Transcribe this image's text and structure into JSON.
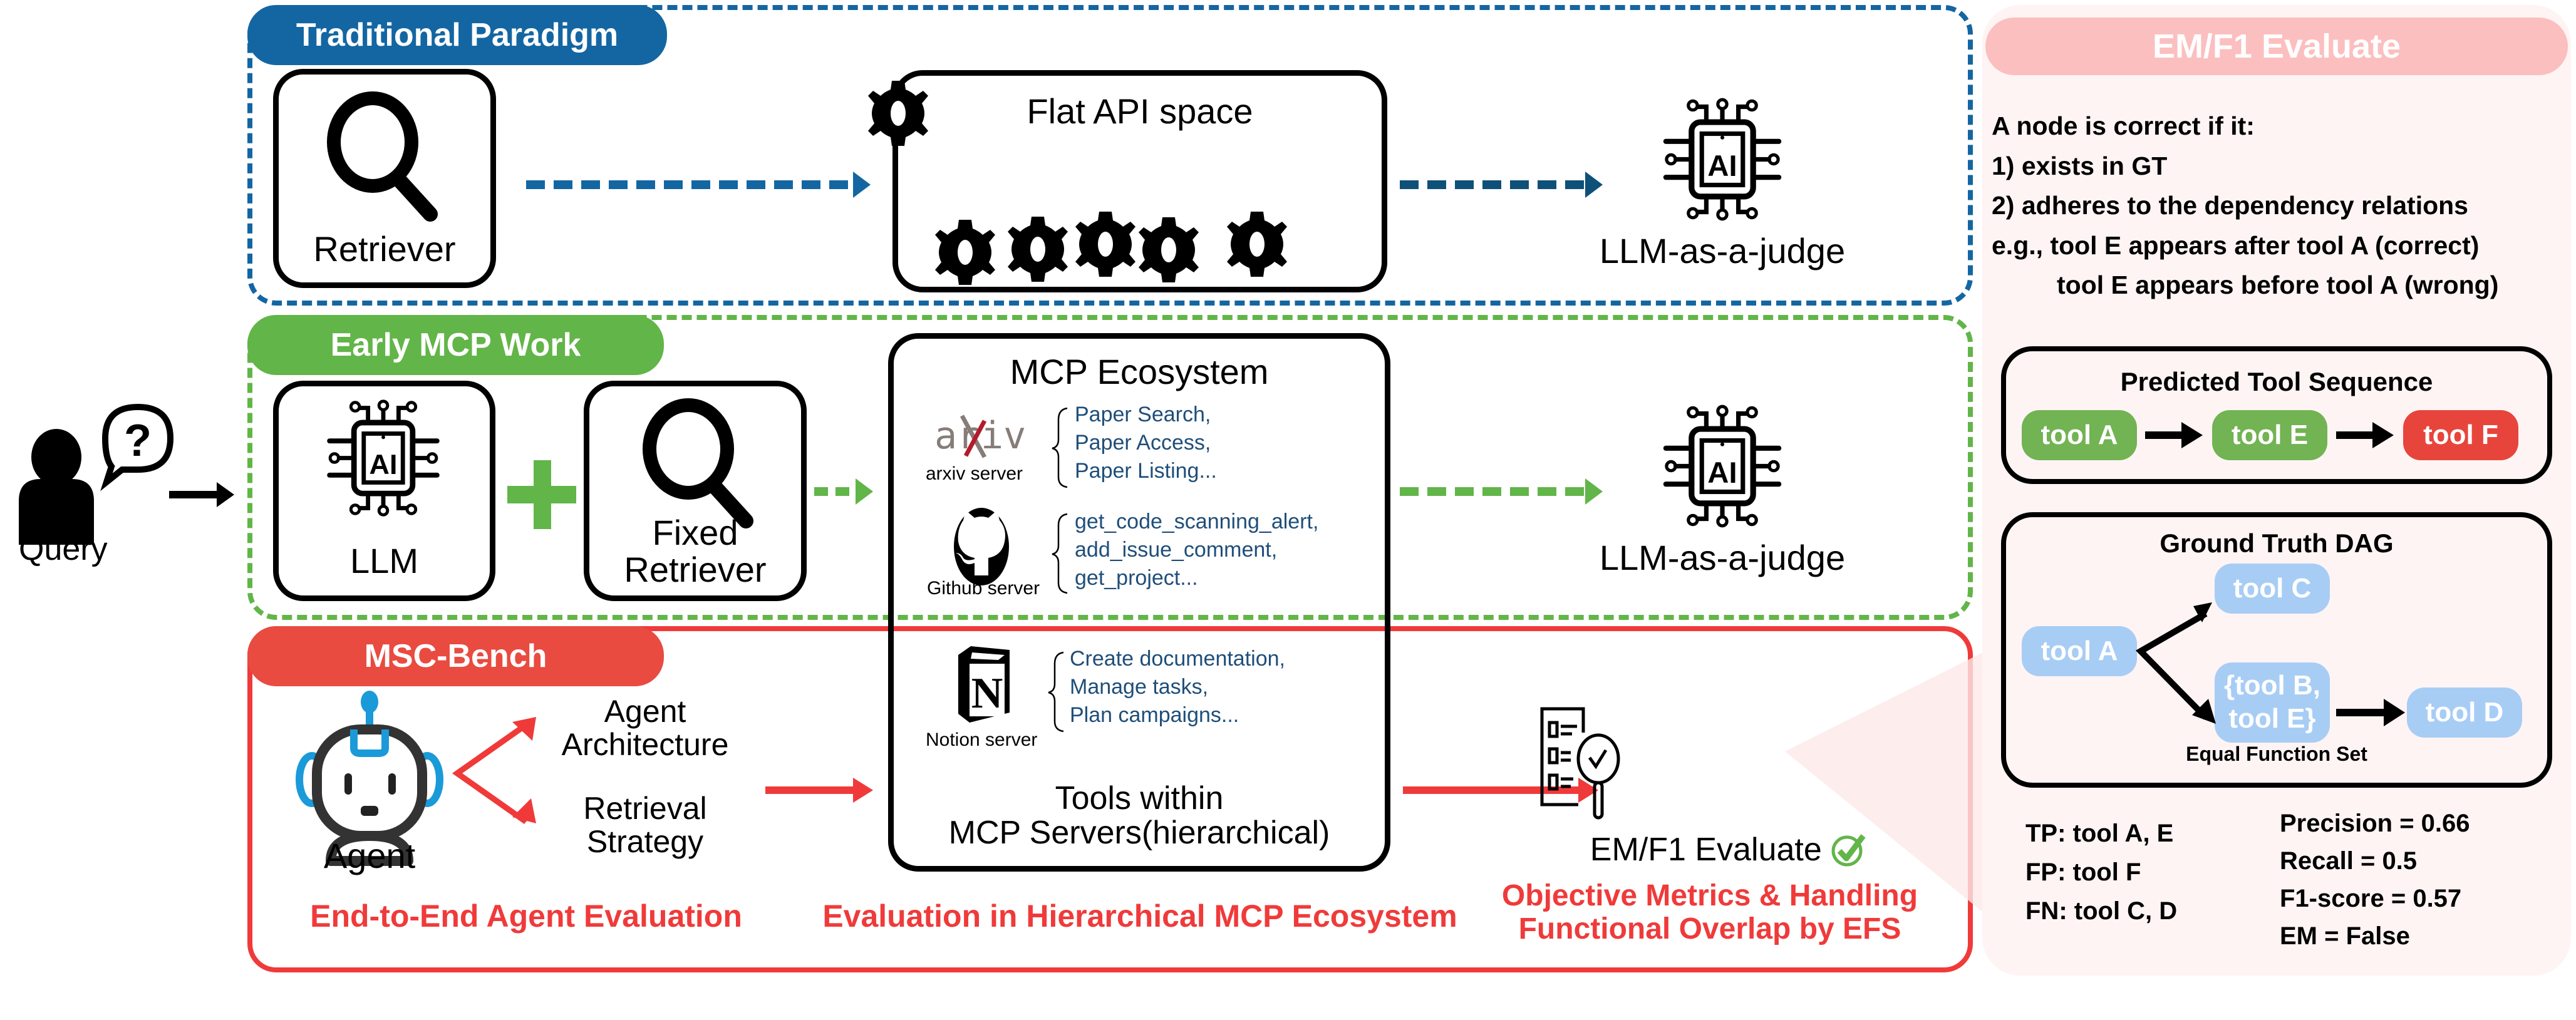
{
  "query": {
    "label": "Query"
  },
  "traditional": {
    "title": "Traditional Paradigm",
    "retriever_label": "Retriever",
    "api_space_title": "Flat API space",
    "judge_label": "LLM-as-a-judge"
  },
  "early_mcp": {
    "title": "Early MCP Work",
    "llm_label": "LLM",
    "fixed_retriever_label": "Fixed\nRetriever",
    "judge_label": "LLM-as-a-judge"
  },
  "ecosystem": {
    "title": "MCP Ecosystem",
    "servers": [
      {
        "name": "arxiv server",
        "logo": "arxiv",
        "tools": [
          "Paper Search,",
          "Paper Access,",
          "Paper Listing..."
        ]
      },
      {
        "name": "Github server",
        "logo": "github",
        "tools": [
          "get_code_scanning_alert,",
          "add_issue_comment,",
          "get_project..."
        ]
      },
      {
        "name": "Notion server",
        "logo": "notion",
        "tools": [
          "Create documentation,",
          "Manage tasks,",
          "Plan campaigns..."
        ]
      }
    ],
    "footer": "Tools within\nMCP Servers(hierarchical)"
  },
  "msc_bench": {
    "title": "MSC-Bench",
    "agent_label": "Agent",
    "agent_architecture": "Agent\nArchitecture",
    "retrieval_strategy": "Retrieval\nStrategy",
    "evaluate_label": "EM/F1 Evaluate",
    "caption_left": "End-to-End Agent Evaluation",
    "caption_mid": "Evaluation in Hierarchical MCP Ecosystem",
    "caption_right": "Objective Metrics & Handling\nFunctional Overlap by EFS"
  },
  "evaluate_panel": {
    "title": "EM/F1 Evaluate",
    "criteria": [
      "A node is correct if it:",
      "1) exists in GT",
      "2) adheres to the dependency relations",
      "e.g., tool E appears after tool A (correct)",
      "tool E appears before tool A (wrong)"
    ],
    "predicted": {
      "title": "Predicted Tool  Sequence",
      "tools": [
        {
          "label": "tool A",
          "status": "correct"
        },
        {
          "label": "tool E",
          "status": "correct"
        },
        {
          "label": "tool F",
          "status": "wrong"
        }
      ]
    },
    "ground_truth": {
      "title": "Ground Truth  DAG",
      "nodes": {
        "a": "tool A",
        "c": "tool C",
        "be": "{tool B,\ntool E}",
        "d": "tool D"
      },
      "efs_label": "Equal Function Set"
    },
    "counts": [
      "TP: tool A, E",
      "FP: tool F",
      "FN: tool C, D"
    ],
    "metrics": [
      "Precision = 0.66",
      "Recall = 0.5",
      "F1-score = 0.57",
      "EM = False"
    ]
  },
  "colors": {
    "traditional": "#1466a2",
    "early_mcp": "#62b548",
    "msc_bench": "#f03a3a",
    "panel_title": "#fbbfbf",
    "chip_correct": "#72b354",
    "chip_wrong": "#e7453c",
    "chip_gt": "#a7cdf5",
    "tool_text": "#1f4e79"
  }
}
